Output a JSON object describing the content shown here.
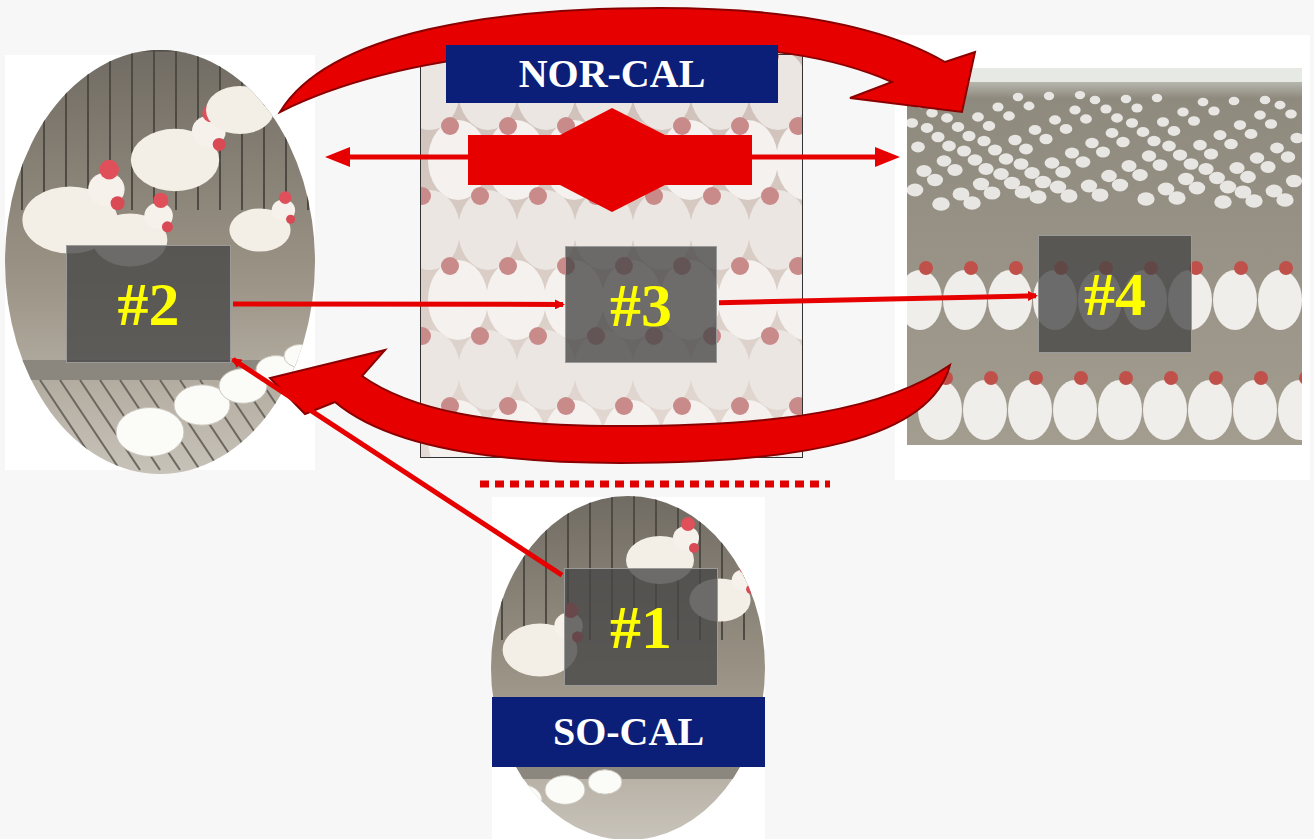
{
  "diagram": {
    "nodes": [
      {
        "text": [
          "NOR-CAL"
        ]
      },
      {
        "text": [
          "#2"
        ]
      },
      {
        "text": [
          "#3"
        ]
      },
      {
        "text": [
          "#4"
        ]
      },
      {
        "text": [
          "#1"
        ]
      },
      {
        "text": [
          "SO-CAL"
        ]
      }
    ],
    "edges": [
      {
        "from": 4,
        "to": 1,
        "arrow": "to"
      },
      {
        "from": 1,
        "to": 2,
        "arrow": "to"
      },
      {
        "from": 2,
        "to": 3,
        "arrow": "to"
      }
    ]
  }
}
